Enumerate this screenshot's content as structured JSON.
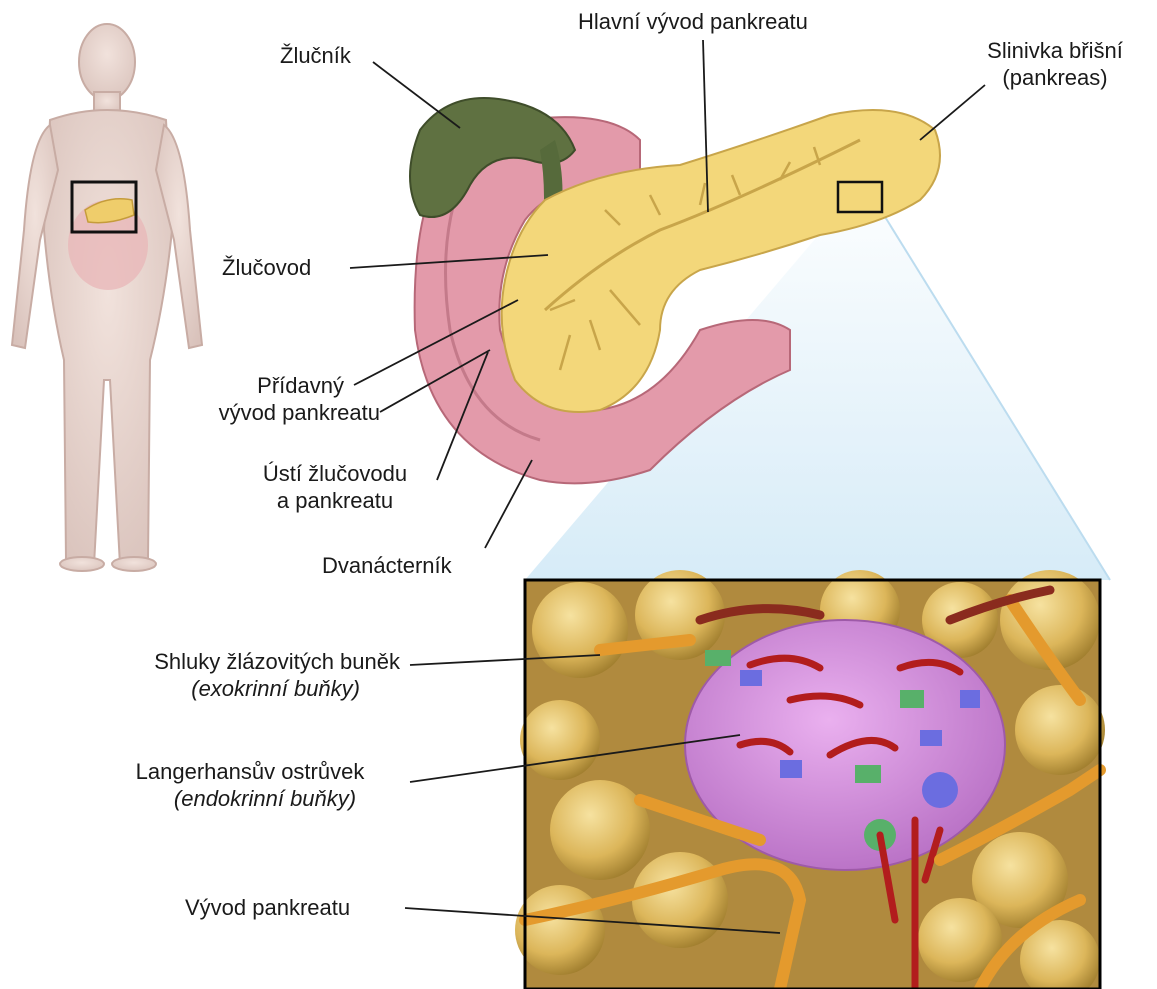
{
  "labels": {
    "gallbladder": "Žlučník",
    "main_duct": "Hlavní vývod pankreatu",
    "pancreas_1": "Slinivka břišní",
    "pancreas_2": "(pankreas)",
    "bile_duct": "Žlučovod",
    "accessory_1": "Přídavný",
    "accessory_2": "vývod pankreatu",
    "ampulla_1": "Ústí žlučovodu",
    "ampulla_2": "a pankreatu",
    "duodenum": "Dvanácterník",
    "acini_1": "Shluky žlázovitých buněk",
    "acini_2": "(exokrinní buňky)",
    "islet_1": "Langerhansův ostrůvek",
    "islet_2": "(endokrinní buňky)",
    "duct": "Vývod pankreatu"
  },
  "colors": {
    "pancreas": "#f3d77a",
    "gallbladder": "#5f7141",
    "duodenum": "#e39aaa",
    "islet": "#d78be0",
    "vessel": "#b21d1d",
    "duct": "#e49a2d"
  }
}
